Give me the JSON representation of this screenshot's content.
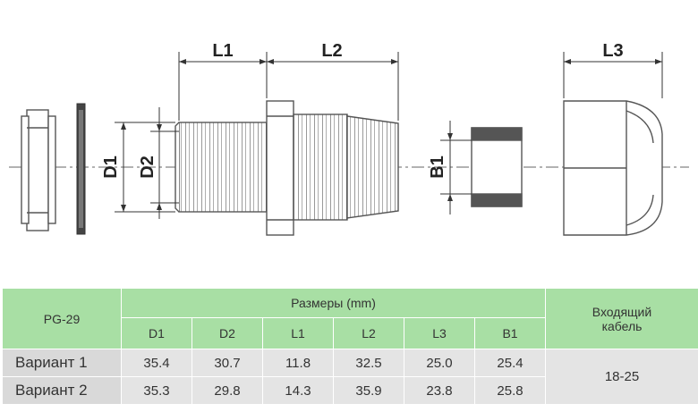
{
  "drawing": {
    "labels": {
      "l1": "L1",
      "l2": "L2",
      "l3": "L3",
      "d1": "D1",
      "d2": "D2",
      "b1": "B1"
    }
  },
  "table": {
    "model": "PG-29",
    "dims_header": "Размеры (mm)",
    "cable_header": "Входящий кабель",
    "columns": [
      "D1",
      "D2",
      "L1",
      "L2",
      "L3",
      "B1"
    ],
    "rows": [
      {
        "label": "Вариант 1",
        "values": [
          "35.4",
          "30.7",
          "11.8",
          "32.5",
          "25.0",
          "25.4"
        ]
      },
      {
        "label": "Вариант 2",
        "values": [
          "35.3",
          "29.8",
          "14.3",
          "35.9",
          "23.8",
          "25.8"
        ]
      }
    ],
    "cable_value": "18-25"
  }
}
